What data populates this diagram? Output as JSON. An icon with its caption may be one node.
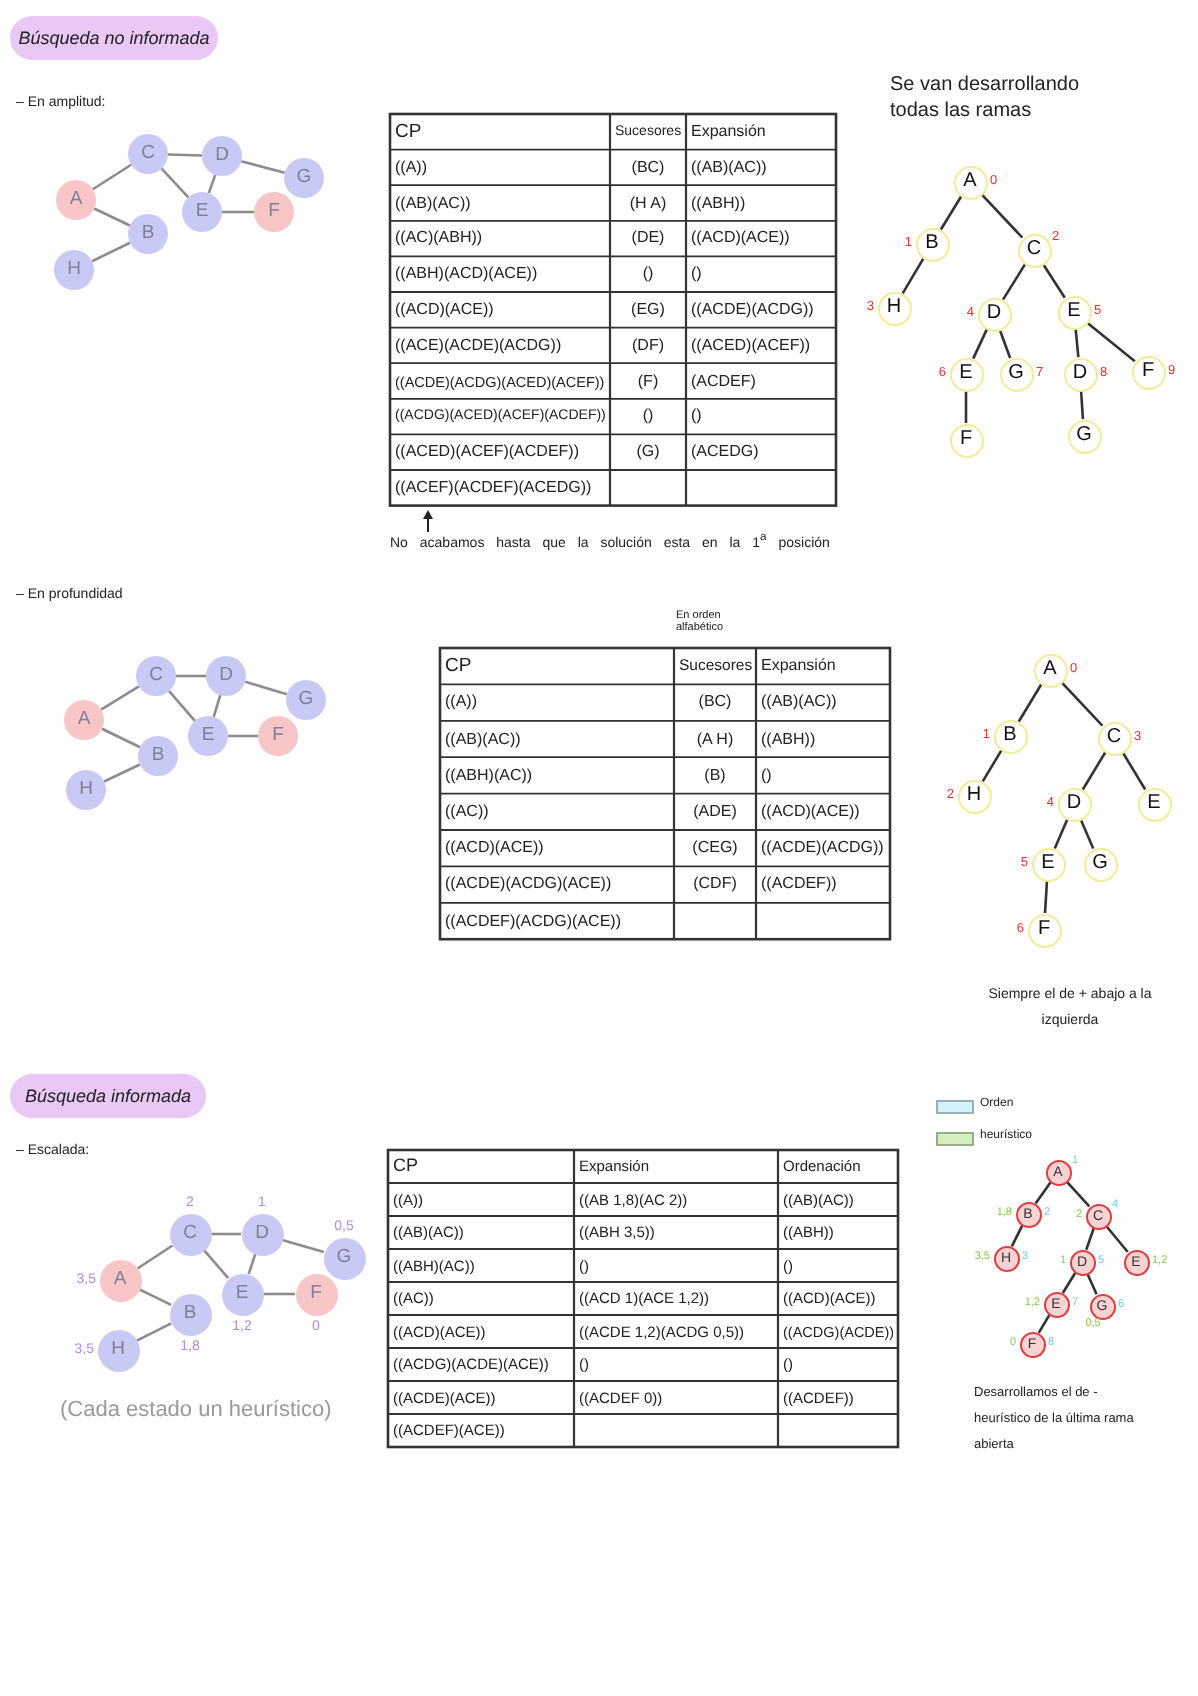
{
  "diagram": {
    "nodes": [
      {
        "text": [
          "Búsqueda no informada"
        ]
      },
      {
        "text": [
          "A"
        ]
      },
      {
        "text": [
          "B"
        ]
      },
      {
        "text": [
          "C"
        ]
      },
      {
        "text": [
          "D"
        ]
      },
      {
        "text": [
          "E"
        ]
      },
      {
        "text": [
          "F"
        ]
      },
      {
        "text": [
          "G"
        ]
      },
      {
        "text": [
          "H"
        ]
      },
      {
        "text": [
          "A"
        ],
        "beside": [
          "0"
        ]
      },
      {
        "text": [
          "B"
        ],
        "beside": [
          "1"
        ]
      },
      {
        "text": [
          "C"
        ],
        "beside": [
          "2"
        ]
      },
      {
        "text": [
          "H"
        ],
        "beside": [
          "3"
        ]
      },
      {
        "text": [
          "D"
        ],
        "beside": [
          "4"
        ]
      },
      {
        "text": [
          "E"
        ],
        "beside": [
          "5"
        ]
      },
      {
        "text": [
          "E"
        ],
        "beside": [
          "6"
        ]
      },
      {
        "text": [
          "G"
        ],
        "beside": [
          "7"
        ]
      },
      {
        "text": [
          "D"
        ],
        "beside": [
          "8"
        ]
      },
      {
        "text": [
          "F"
        ],
        "beside": [
          "9"
        ]
      },
      {
        "text": [
          "F"
        ]
      },
      {
        "text": [
          "G"
        ]
      },
      {
        "text": [
          "A"
        ]
      },
      {
        "text": [
          "B"
        ]
      },
      {
        "text": [
          "C"
        ]
      },
      {
        "text": [
          "D"
        ]
      },
      {
        "text": [
          "E"
        ]
      },
      {
        "text": [
          "F"
        ]
      },
      {
        "text": [
          "G"
        ]
      },
      {
        "text": [
          "H"
        ]
      },
      {
        "text": [
          "A"
        ],
        "beside": [
          "0"
        ]
      },
      {
        "text": [
          "B"
        ],
        "beside": [
          "1"
        ]
      },
      {
        "text": [
          "C"
        ],
        "beside": [
          "3"
        ]
      },
      {
        "text": [
          "H"
        ],
        "beside": [
          "2"
        ]
      },
      {
        "text": [
          "D"
        ],
        "beside": [
          "4"
        ]
      },
      {
        "text": [
          "E"
        ]
      },
      {
        "text": [
          "E"
        ],
        "beside": [
          "5"
        ]
      },
      {
        "text": [
          "G"
        ]
      },
      {
        "text": [
          "F"
        ],
        "beside": [
          "6"
        ]
      },
      {
        "text": [
          "Búsqueda informada"
        ]
      },
      {
        "text": [
          "A"
        ],
        "beside": [
          "3,5"
        ]
      },
      {
        "text": [
          "B"
        ],
        "beside": [
          "1,8"
        ]
      },
      {
        "text": [
          "C"
        ],
        "beside": [
          "2"
        ]
      },
      {
        "text": [
          "D"
        ],
        "beside": [
          "1"
        ]
      },
      {
        "text": [
          "E"
        ],
        "beside": [
          "1,2"
        ]
      },
      {
        "text": [
          "F"
        ],
        "beside": [
          "0"
        ]
      },
      {
        "text": [
          "G"
        ],
        "beside": [
          "0,5"
        ]
      },
      {
        "text": [
          "H"
        ],
        "beside": [
          "3,5"
        ]
      },
      {
        "text": [
          "A"
        ],
        "beside": [
          "1"
        ]
      },
      {
        "text": [
          "B"
        ],
        "beside": [
          "1,8",
          "2"
        ]
      },
      {
        "text": [
          "C"
        ],
        "beside": [
          "2",
          "4"
        ]
      },
      {
        "text": [
          "H"
        ],
        "beside": [
          "3,5",
          "3"
        ]
      },
      {
        "text": [
          "D"
        ],
        "beside": [
          "1",
          "5"
        ]
      },
      {
        "text": [
          "E"
        ],
        "beside": [
          "1,2"
        ]
      },
      {
        "text": [
          "E"
        ],
        "beside": [
          "1,2",
          "7"
        ]
      },
      {
        "text": [
          "G"
        ],
        "beside": [
          "0,5",
          "6"
        ]
      },
      {
        "text": [
          "F"
        ],
        "beside": [
          "0",
          "8"
        ]
      }
    ],
    "edges": [
      {
        "from": 1,
        "to": 3,
        "arrow": "none",
        "color": "#8c8c8c"
      },
      {
        "from": 1,
        "to": 2,
        "arrow": "none",
        "color": "#8c8c8c"
      },
      {
        "from": 3,
        "to": 4,
        "arrow": "none",
        "color": "#8c8c8c"
      },
      {
        "from": 3,
        "to": 5,
        "arrow": "none",
        "color": "#8c8c8c"
      },
      {
        "from": 4,
        "to": 5,
        "arrow": "none",
        "color": "#8c8c8c"
      },
      {
        "from": 4,
        "to": 7,
        "arrow": "none",
        "color": "#8c8c8c"
      },
      {
        "from": 5,
        "to": 6,
        "arrow": "none",
        "color": "#8c8c8c"
      },
      {
        "from": 2,
        "to": 8,
        "arrow": "none",
        "color": "#8c8c8c"
      },
      {
        "from": 9,
        "to": 10,
        "arrow": "none"
      },
      {
        "from": 9,
        "to": 11,
        "arrow": "none"
      },
      {
        "from": 10,
        "to": 12,
        "arrow": "none"
      },
      {
        "from": 11,
        "to": 13,
        "arrow": "none"
      },
      {
        "from": 11,
        "to": 14,
        "arrow": "none"
      },
      {
        "from": 13,
        "to": 15,
        "arrow": "none"
      },
      {
        "from": 13,
        "to": 16,
        "arrow": "none"
      },
      {
        "from": 14,
        "to": 17,
        "arrow": "none"
      },
      {
        "from": 14,
        "to": 18,
        "arrow": "none"
      },
      {
        "from": 15,
        "to": 19,
        "arrow": "none"
      },
      {
        "from": 17,
        "to": 20,
        "arrow": "none"
      },
      {
        "from": 21,
        "to": 23,
        "arrow": "none",
        "color": "#8c8c8c"
      },
      {
        "from": 21,
        "to": 22,
        "arrow": "none",
        "color": "#8c8c8c"
      },
      {
        "from": 23,
        "to": 24,
        "arrow": "none",
        "color": "#8c8c8c"
      },
      {
        "from": 23,
        "to": 25,
        "arrow": "none",
        "color": "#8c8c8c"
      },
      {
        "from": 24,
        "to": 25,
        "arrow": "none",
        "color": "#8c8c8c"
      },
      {
        "from": 24,
        "to": 27,
        "arrow": "none",
        "color": "#8c8c8c"
      },
      {
        "from": 25,
        "to": 26,
        "arrow": "none",
        "color": "#8c8c8c"
      },
      {
        "from": 22,
        "to": 28,
        "arrow": "none",
        "color": "#8c8c8c"
      },
      {
        "from": 29,
        "to": 30,
        "arrow": "none"
      },
      {
        "from": 29,
        "to": 31,
        "arrow": "none"
      },
      {
        "from": 30,
        "to": 32,
        "arrow": "none"
      },
      {
        "from": 31,
        "to": 33,
        "arrow": "none"
      },
      {
        "from": 31,
        "to": 34,
        "arrow": "none"
      },
      {
        "from": 33,
        "to": 35,
        "arrow": "none"
      },
      {
        "from": 33,
        "to": 36,
        "arrow": "none"
      },
      {
        "from": 35,
        "to": 37,
        "arrow": "none"
      },
      {
        "from": 39,
        "to": 41,
        "arrow": "none",
        "color": "#8c8c8c"
      },
      {
        "from": 39,
        "to": 40,
        "arrow": "none",
        "color": "#8c8c8c"
      },
      {
        "from": 41,
        "to": 42,
        "arrow": "none",
        "color": "#8c8c8c"
      },
      {
        "from": 41,
        "to": 43,
        "arrow": "none",
        "color": "#8c8c8c"
      },
      {
        "from": 42,
        "to": 43,
        "arrow": "none",
        "color": "#8c8c8c"
      },
      {
        "from": 42,
        "to": 45,
        "arrow": "none",
        "color": "#8c8c8c"
      },
      {
        "from": 43,
        "to": 44,
        "arrow": "none",
        "color": "#8c8c8c"
      },
      {
        "from": 40,
        "to": 46,
        "arrow": "none",
        "color": "#8c8c8c"
      },
      {
        "from": 47,
        "to": 48,
        "arrow": "none"
      },
      {
        "from": 47,
        "to": 49,
        "arrow": "none"
      },
      {
        "from": 48,
        "to": 50,
        "arrow": "none"
      },
      {
        "from": 49,
        "to": 51,
        "arrow": "none"
      },
      {
        "from": 49,
        "to": 52,
        "arrow": "none"
      },
      {
        "from": 51,
        "to": 53,
        "arrow": "none"
      },
      {
        "from": 51,
        "to": 54,
        "arrow": "none"
      },
      {
        "from": 53,
        "to": 55,
        "arrow": "none"
      }
    ],
    "labels": [
      "– En amplitud:",
      "CP",
      "Sucesores",
      "Expansión",
      "((A))",
      "(BC)",
      "((AB)(AC))",
      "((AB)(AC))",
      "(H A)",
      "((ABH))",
      "((AC)(ABH))",
      "(DE)",
      "((ACD)(ACE))",
      "((ABH)(ACD)(ACE))",
      "()",
      "()",
      "((ACD)(ACE))",
      "(EG)",
      "((ACDE)(ACDG))",
      "((ACE)(ACDE)(ACDG))",
      "(DF)",
      "((ACED)(ACEF))",
      "((ACDE)(ACDG)(ACED)(ACEF))",
      "(F)",
      "(ACDEF)",
      "((ACDG)(ACED)(ACEF)(ACDEF))",
      "()",
      "()",
      "((ACED)(ACEF)(ACDEF))",
      "(G)",
      "(ACEDG)",
      "((ACEF)(ACDEF)(ACEDG))",
      "No acabamos hasta que la solución esta en la 1$^{a}$ posición",
      "Se van desarrollando todas las ramas",
      "– En profundidad",
      "En orden alfabético",
      "CP",
      "Sucesores",
      "Expansión",
      "((A))",
      "(BC)",
      "((AB)(AC))",
      "((AB)(AC))",
      "(A H)",
      "((ABH))",
      "((ABH)(AC))",
      "(B)",
      "()",
      "((AC))",
      "(ADE)",
      "((ACD)(ACE))",
      "((ACD)(ACE))",
      "(CEG)",
      "((ACDE)(ACDG))",
      "((ACDE)(ACDG)(ACE))",
      "(CDF)",
      "((ACDEF))",
      "((ACDEF)(ACDG)(ACE))",
      "Siempre el de + abajo a la izquierda",
      "– Escalada:",
      "(Cada estado un heurístico)",
      "CP",
      "Expansión",
      "Ordenación",
      "((A))",
      "((AB 1,8)(AC 2))",
      "((AB)(AC))",
      "((AB)(AC))",
      "((ABH 3,5))",
      "((ABH))",
      "((ABH)(AC))",
      "()",
      "()",
      "((AC))",
      "((ACD 1)(ACE 1,2))",
      "((ACD)(ACE))",
      "((ACD)(ACE))",
      "((ACDE 1,2)(ACDG 0,5))",
      "((ACDG)(ACDE))",
      "((ACDG)(ACDE)(ACE))",
      "()",
      "()",
      "((ACDE)(ACE))",
      "((ACDEF 0))",
      "((ACDEF))",
      "((ACDEF)(ACE))",
      "Desarrollamos el de - heurístico de la última rama abierta"
    ],
    "legend": [
      {
        "text": "Orden",
        "color": "#d3f2fb"
      },
      {
        "text": "heurístico",
        "color": "#d4efbd"
      }
    ]
  }
}
